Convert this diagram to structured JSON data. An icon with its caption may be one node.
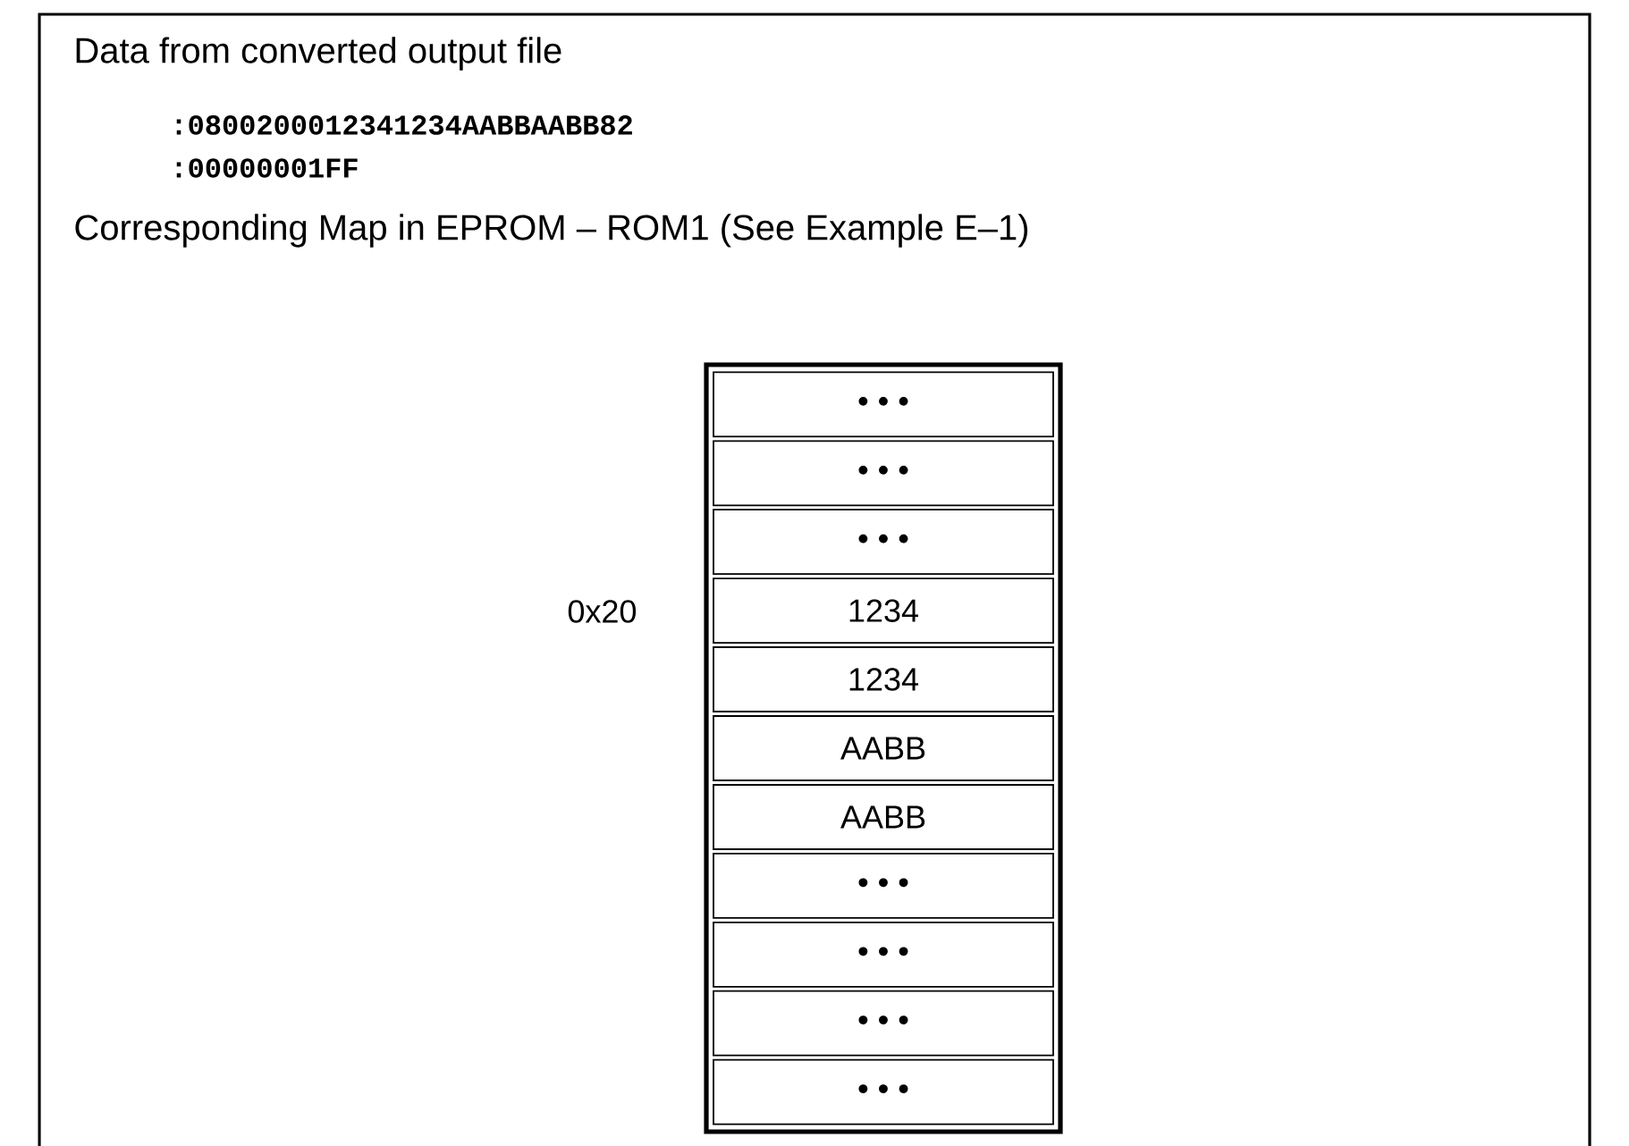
{
  "diagram": {
    "nodes": [
      {
        "text": [],
        "shape": "box"
      },
      {
        "text": [
          "• • •"
        ],
        "in": 0
      },
      {
        "text": [
          "• • •"
        ],
        "in": 0
      },
      {
        "text": [
          "• • •"
        ],
        "in": 0
      },
      {
        "text": [
          "1234"
        ],
        "in": 0
      },
      {
        "text": [
          "1234"
        ],
        "in": 0
      },
      {
        "text": [
          "AABB"
        ],
        "in": 0
      },
      {
        "text": [
          "AABB"
        ],
        "in": 0
      },
      {
        "text": [
          "• • •"
        ],
        "in": 0
      },
      {
        "text": [
          "• • •"
        ],
        "in": 0
      },
      {
        "text": [
          "• • •"
        ],
        "in": 0
      },
      {
        "text": [
          "• • •"
        ],
        "in": 0
      }
    ],
    "edges": [],
    "labels": [
      "Data from converted output file",
      ":0800200012341234AABBAABB82",
      ":00000001FF",
      "Corresponding Map in EPROM – ROM1 (See Example E–1)",
      "0x20"
    ]
  }
}
